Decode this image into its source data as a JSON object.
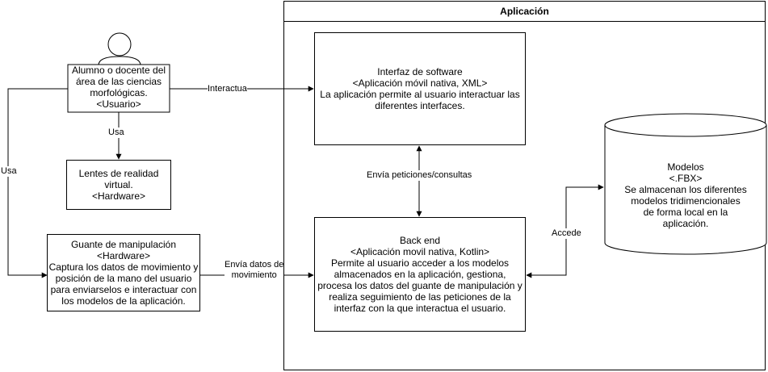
{
  "frame": {
    "title": "Aplicación"
  },
  "actor": {
    "label": "Alumno o docente del\nárea de las ciencias\nmorfológicas.\n<Usuario>"
  },
  "boxes": {
    "vr_glasses": "Lentes de realidad\nvirtual.\n<Hardware>",
    "glove": "Guante de manipulación\n<Hardware>\nCaptura los datos de movimiento y\nposición de la mano del usuario\npara enviarselos e interactuar con\nlos modelos de la aplicación.",
    "interface": "Interfaz de software\n<Aplicación móvil nativa, XML>\nLa aplicación permite al usuario interactuar las\ndiferentes interfaces.",
    "backend": "Back end\n<Aplicación movil nativa, Kotlin>\nPermite al usuario acceder a los modelos\nalmacenados en la aplicación, gestiona,\nprocesa los datos del guante de manipulación y\nrealiza seguimiento de las peticiones de la\ninterfaz  con la que interactua el usuario."
  },
  "database": {
    "label": "Modelos\n<.FBX>\nSe almacenan los diferentes\nmodelos tridimencionales\nde forma local en la\naplicación."
  },
  "edges": {
    "usa_vr": "Usa",
    "usa_glove": "Usa",
    "interactua": "Interactua",
    "envia_datos": "Envía datos de\nmovimiento",
    "envia_peticiones": "Envía peticiones/consultas",
    "accede": "Accede"
  }
}
